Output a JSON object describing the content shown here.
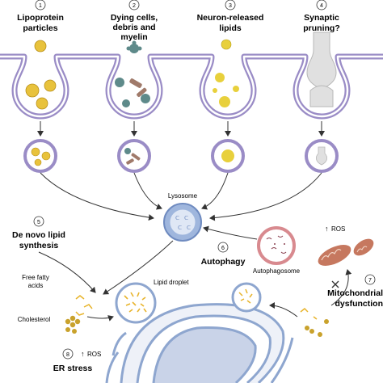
{
  "colors": {
    "membrane": "#9a8cc6",
    "membrane_fill": "#ffffff",
    "lysosome": "#9fb6dd",
    "lysosome_rim": "#6f8bc0",
    "autophagosome": "#d88a8f",
    "mito": "#c6785f",
    "lipid": "#e8c23c",
    "lipid_dark": "#b8901a",
    "debris": "#5e8a8a",
    "myelin": "#a07a6a",
    "arrow": "#333333",
    "er": "#8ea6cf",
    "nucleus": "#c9d3e8"
  },
  "labels": {
    "step1_num": "1",
    "step1_line1": "Lipoprotein",
    "step1_line2": "particles",
    "step2_num": "2",
    "step2_line1": "Dying cells,",
    "step2_line2": "debris and",
    "step2_line3": "myelin",
    "step3_num": "3",
    "step3_line1": "Neuron-released",
    "step3_line2": "lipids",
    "step4_num": "4",
    "step4_line1": "Synaptic",
    "step4_line2": "pruning?",
    "lysosome": "Lysosome",
    "step5_num": "5",
    "step5_line1": "De novo lipid",
    "step5_line2": "synthesis",
    "step6_num": "6",
    "step6_line1": "Autophagy",
    "autophagosome": "Autophagosome",
    "ros_top": "ROS",
    "step7_num": "7",
    "step7_line1": "Mitochondrial",
    "step7_line2": "dysfunction",
    "free_fa_line1": "Free fatty",
    "free_fa_line2": "acids",
    "cholesterol": "Cholesterol",
    "lipid_droplet": "Lipid droplet",
    "step8_num": "8",
    "ros_bottom": "ROS",
    "er_stress": "ER stress"
  }
}
